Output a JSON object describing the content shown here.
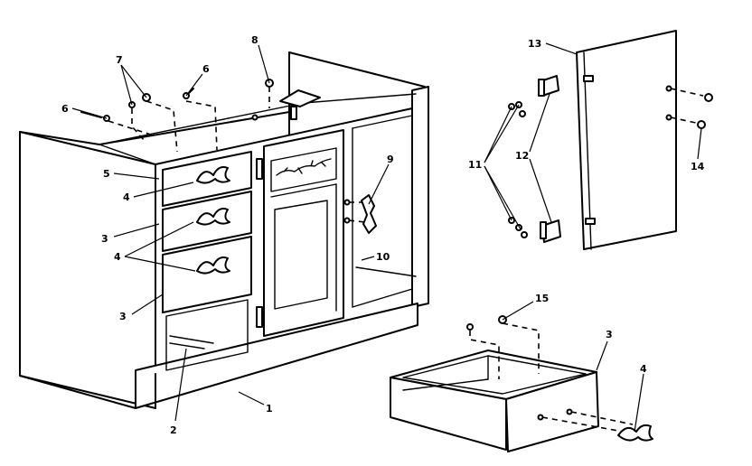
{
  "callouts": {
    "c1": "1",
    "c2": "2",
    "c3a": "3",
    "c3b": "3",
    "c3c": "3",
    "c4a": "4",
    "c4b": "4",
    "c4c": "4",
    "c5": "5",
    "c6a": "6",
    "c6b": "6",
    "c7": "7",
    "c8": "8",
    "c9": "9",
    "c10": "10",
    "c11": "11",
    "c12": "12",
    "c13": "13",
    "c14": "14",
    "c15": "15"
  }
}
